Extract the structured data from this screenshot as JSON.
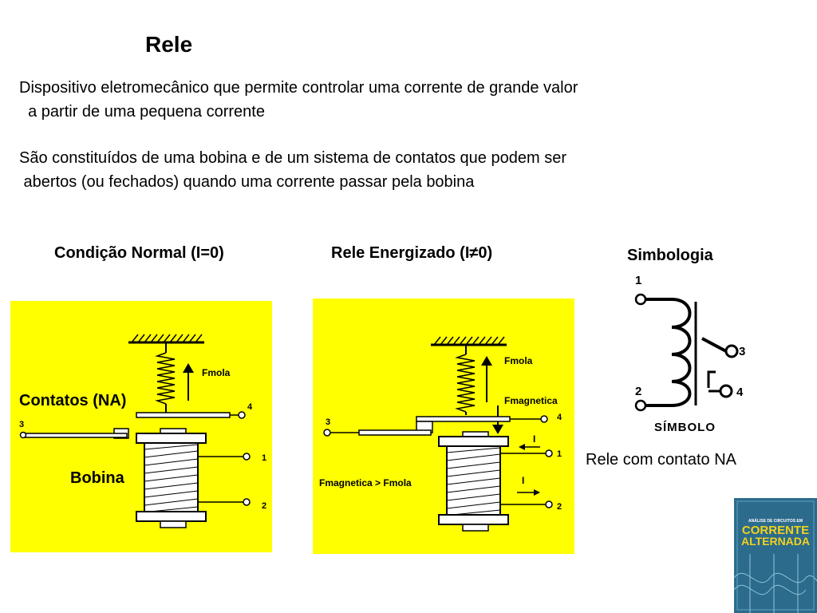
{
  "slide": {
    "title": "Rele",
    "paragraphs": [
      "Dispositivo eletromecânico que permite controlar uma corrente de grande valor\n  a partir de uma pequena corrente",
      "São constituídos de uma bobina e de um sistema de contatos que podem ser\n abertos (ou fechados) quando uma corrente passar pela bobina"
    ]
  },
  "headings": {
    "normal": "Condição Normal (I=0)",
    "energized": "Rele Energizado (I≠0)",
    "symbol": "Simbologia"
  },
  "diagram_normal": {
    "label_contacts": "Contatos (NA)",
    "label_coil": "Bobina",
    "fmola": "Fmola",
    "terminals": [
      "3",
      "4",
      "1",
      "2"
    ]
  },
  "diagram_energized": {
    "fmola": "Fmola",
    "fmagnetica": "Fmagnetica",
    "condition": "Fmagnetica > Fmola",
    "current_1": "I",
    "current_2": "I",
    "terminals": [
      "3",
      "4",
      "1",
      "2"
    ]
  },
  "symbol": {
    "pins": [
      "1",
      "2",
      "3",
      "4"
    ],
    "symbol_label": "SÍMBOLO",
    "caption": "Rele com contato  NA"
  },
  "book_cover": {
    "small_text": "ANÁLISE DE CIRCUITOS EM",
    "title_line1": "CORRENTE",
    "title_line2": "ALTERNADA"
  },
  "colors": {
    "panel": "#ffff00",
    "book": "#2c6b8c",
    "book_title": "#f2d21b"
  }
}
